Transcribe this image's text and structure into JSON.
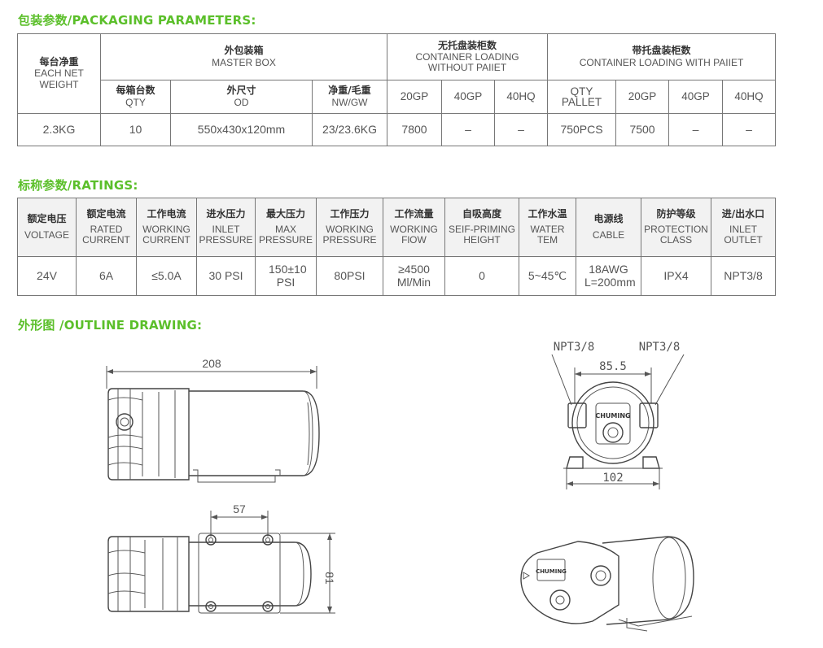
{
  "sections": {
    "packaging_title": "包装参数/PACKAGING PARAMETERS:",
    "ratings_title": "标称参数/RATINGS:",
    "outline_title": "外形图 /OUTLINE DRAWING:"
  },
  "packaging": {
    "net_weight": {
      "zh": "每台净重",
      "en": "EACH NET WEIGHT"
    },
    "master_box": {
      "zh": "外包装箱",
      "en": "MASTER BOX"
    },
    "without_pallet": {
      "zh": "无托盘装柜数",
      "en": "CONTAINER LOADING WITHOUT PAIIET"
    },
    "with_pallet": {
      "zh": "带托盘装柜数",
      "en": "CONTAINER LOADING WITH PAIIET"
    },
    "qty": {
      "zh": "每箱台数",
      "en": "QTY"
    },
    "od": {
      "zh": "外尺寸",
      "en": "OD"
    },
    "nwgw": {
      "zh": "净重/毛重",
      "en": "NW/GW"
    },
    "c20gp": "20GP",
    "c40gp": "40GP",
    "c40hq": "40HQ",
    "qty_pallet": "QTY PALLET",
    "p20gp": "20GP",
    "p40gp": "40GP",
    "p40hq": "40HQ",
    "row": {
      "net_weight": "2.3KG",
      "qty": "10",
      "od": "550x430x120mm",
      "nwgw": "23/23.6KG",
      "c20gp": "7800",
      "c40gp": "–",
      "c40hq": "–",
      "qty_pallet": "750PCS",
      "p20gp": "7500",
      "p40gp": "–",
      "p40hq": "–"
    }
  },
  "ratings": {
    "headers": [
      {
        "zh": "额定电压",
        "en": "VOLTAGE"
      },
      {
        "zh": "额定电流",
        "en": "RATED CURRENT"
      },
      {
        "zh": "工作电流",
        "en": "WORKING CURRENT"
      },
      {
        "zh": "进水压力",
        "en": "INLET PRESSURE"
      },
      {
        "zh": "最大压力",
        "en": "MAX PRESSURE"
      },
      {
        "zh": "工作压力",
        "en": "WORKING PRESSURE"
      },
      {
        "zh": "工作流量",
        "en": "WORKING FlOW"
      },
      {
        "zh": "自吸高度",
        "en": "SEIF-PRIMING HEIGHT"
      },
      {
        "zh": "工作水温",
        "en": "WATER TEM"
      },
      {
        "zh": "电源线",
        "en": "CABLE"
      },
      {
        "zh": "防护等级",
        "en": "PROTECTION CLASS"
      },
      {
        "zh": "进/出水口",
        "en": "INLET OUTLET"
      }
    ],
    "values": [
      "24V",
      "6A",
      "≤5.0A",
      "30 PSI",
      "150±10 PSI",
      "80PSI",
      "≥4500 Ml/Min",
      "0",
      "5~45℃",
      "18AWG L=200mm",
      "IPX4",
      "NPT3/8"
    ]
  },
  "drawing": {
    "length": "208",
    "mount_spacing": "57",
    "mount_height": "81",
    "port_left": "NPT3/8",
    "port_right": "NPT3/8",
    "port_spacing": "85.5",
    "base_width": "102",
    "brand": "CHUMING"
  }
}
